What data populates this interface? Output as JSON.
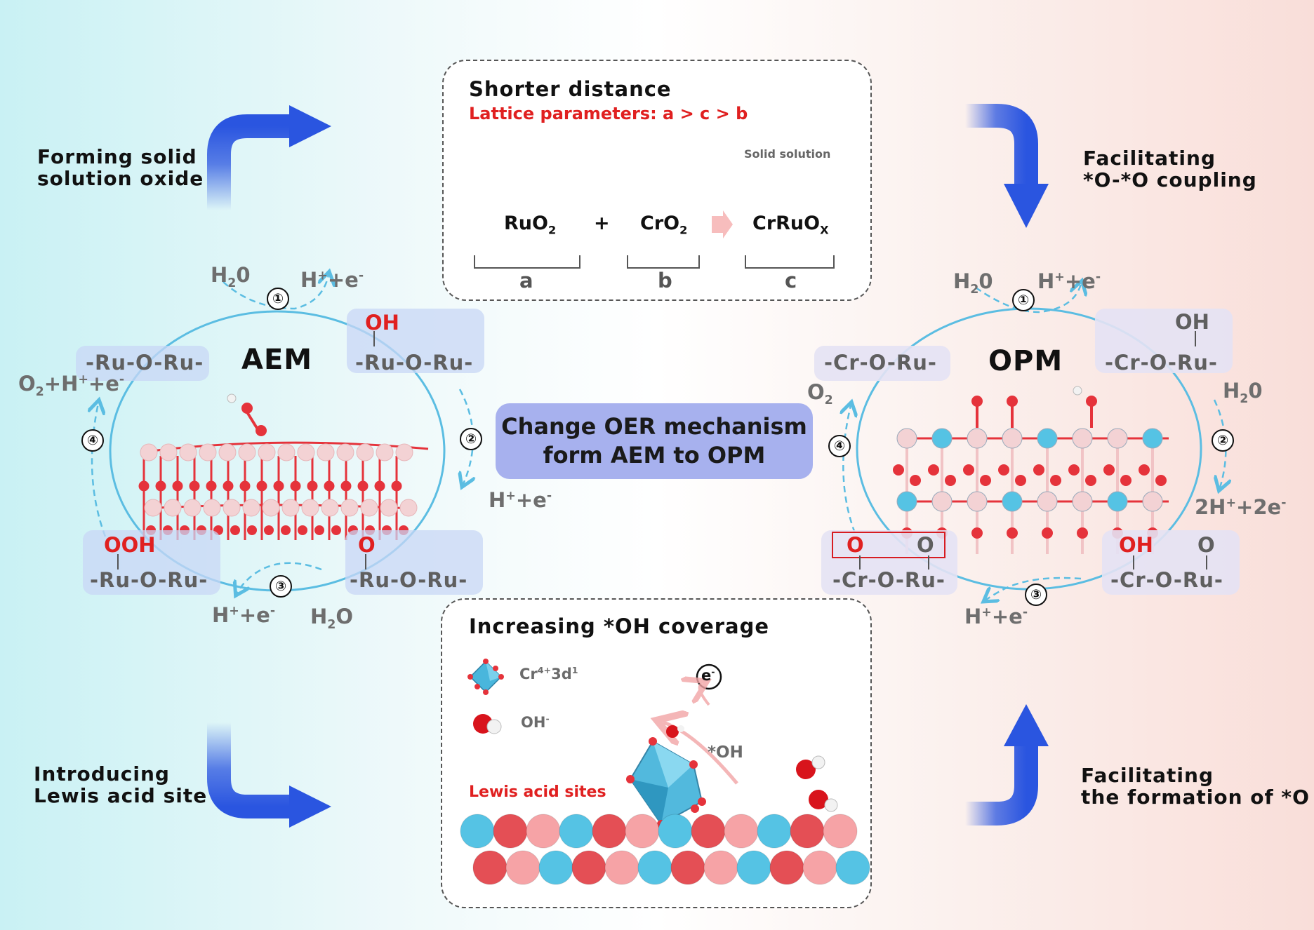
{
  "center_label": {
    "line1": "Change OER mechanism",
    "line2": "form AEM to OPM"
  },
  "top_box": {
    "title": "Shorter distance",
    "subtitle": "Lattice parameters: a > c > b",
    "solid_solution": "Solid solution",
    "ruo2": "RuO",
    "ruo2_sub": "2",
    "plus": "+",
    "cro2": "CrO",
    "cro2_sub": "2",
    "cruox": "CrRuO",
    "cruox_sub": "X",
    "labels": [
      "a",
      "b",
      "c"
    ]
  },
  "bottom_box": {
    "title": "Increasing *OH coverage",
    "legend_cr": "Cr",
    "legend_cr_sup": "4+",
    "legend_cr_rest": "3d",
    "legend_cr_sup2": "1",
    "legend_oh": "OH",
    "legend_oh_sup": "-",
    "electron": "e",
    "electron_sup": "-",
    "oh_star": "*OH",
    "lewis": "Lewis acid sites"
  },
  "side_labels": {
    "top_left": [
      "Forming solid",
      "solution oxide"
    ],
    "top_right": [
      "Facilitating",
      "*O-*O coupling"
    ],
    "bottom_left": [
      "Introducing",
      "Lewis acid site"
    ],
    "bottom_right": [
      "Facilitating",
      "the formation of *O"
    ]
  },
  "aem": {
    "title": "AEM",
    "chains": [
      "-Ru-O-Ru-",
      "-Ru-O-Ru-",
      "-Ru-O-Ru-",
      "-Ru-O-Ru-"
    ],
    "adsorbates": [
      "OH",
      "OOH",
      "O"
    ],
    "step_nums": [
      "①",
      "②",
      "③",
      "④"
    ],
    "species": {
      "h2o_top": "H",
      "h2o_top_sub": "2",
      "h2o_top_o": "0",
      "hplus_top": "H",
      "hplus_top_rest": "+e",
      "hplus_right": "H",
      "hplus_right_rest": "+e",
      "hplus_bottom": "H",
      "hplus_bottom_rest": "+e",
      "h2o_bottom": "H",
      "h2o_bottom_sub": "2",
      "h2o_bottom_o": "O",
      "o2_left": "O",
      "o2_left_sub": "2",
      "o2_left_rest": "+H",
      "o2_left_rest2": "+e"
    }
  },
  "opm": {
    "title": "OPM",
    "chains": [
      "-Cr-O-Ru-",
      "-Cr-O-Ru-",
      "-Cr-O-Ru-",
      "-Cr-O-Ru-"
    ],
    "adsorbates": {
      "top_right": "OH",
      "bottom_left_a": "O",
      "bottom_left_b": "O",
      "bottom_right_a": "OH",
      "bottom_right_b": "O"
    },
    "step_nums": [
      "①",
      "②",
      "③",
      "④"
    ],
    "species": {
      "h2o_top": "H",
      "h2o_top_sub": "2",
      "h2o_top_o": "0",
      "hplus_top": "H",
      "hplus_top_rest": "+e",
      "h2o_right": "H",
      "h2o_right_sub": "2",
      "h2o_right_o": "0",
      "right_2h": "2H",
      "right_2h_rest": "+2e",
      "bottom_h": "H",
      "bottom_h_rest": "+e",
      "o2": "O",
      "o2_sub": "2"
    }
  },
  "colors": {
    "ru": "#f6a3a6",
    "cr": "#55c3e4",
    "o": "#e5333b",
    "ellipse": "#5bbde2",
    "arrow": "#2a55e0",
    "pink_atom": "#f3d2d4"
  }
}
